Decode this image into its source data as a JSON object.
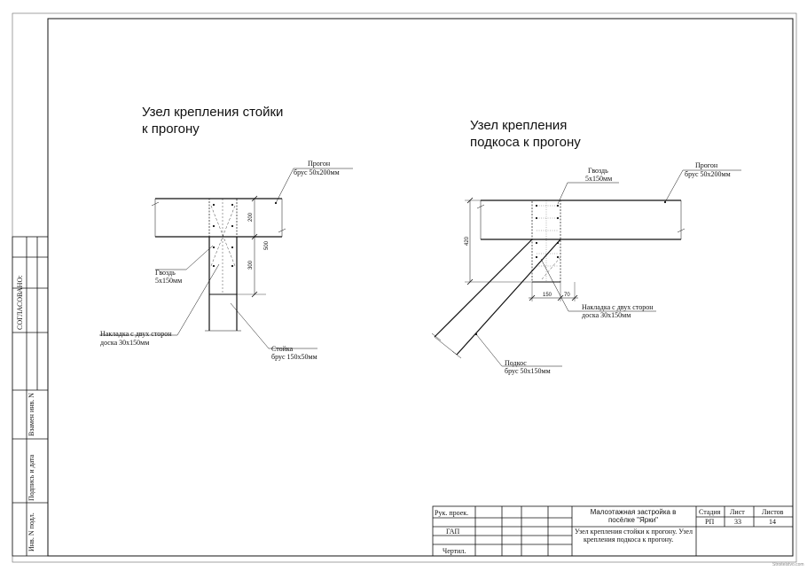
{
  "node1": {
    "title_line1": "Узел крепления стойки",
    "title_line2": "к прогону",
    "progon_label": "Прогон",
    "progon_spec": "брус 50х200мм",
    "nail_label": "Гвоздь",
    "nail_spec": "5х150мм",
    "plate_label": "Накладка с двух сторон",
    "plate_spec": "доска 30х150мм",
    "post_label": "Стойка",
    "post_spec": "брус 150х50мм",
    "dim_200": "200",
    "dim_500": "500",
    "dim_300": "300"
  },
  "node2": {
    "title_line1": "Узел крепления",
    "title_line2": "подкоса к прогону",
    "nail_label": "Гвоздь",
    "nail_spec": "5х150мм",
    "progon_label": "Прогон",
    "progon_spec": "брус 50х200мм",
    "plate_label": "Накладка с двух сторон",
    "plate_spec": "доска 30х150мм",
    "brace_label": "Подкос",
    "brace_spec": "брус 50х150мм",
    "dim_420": "420",
    "dim_150": "150",
    "dim_70": "70"
  },
  "side_stamp": {
    "agreed": "СОГЛАСОВАНО:",
    "replace_inv": "Взамен инв. N",
    "sign_date": "Подпись и дата",
    "inv_orig": "Инв. N подл."
  },
  "title_block": {
    "rows": [
      "Рук. проек.",
      "ГАП",
      "Чертил."
    ],
    "project_line1": "Малоэтажная застройка в",
    "project_line2": "посёлке \"Ярки\"",
    "sheet_title_line1": "Узел крепления стойки к прогону. Узел",
    "sheet_title_line2": "крепления подкоса к прогону.",
    "stage_label": "Стадия",
    "sheet_label": "Лист",
    "sheets_label": "Листов",
    "stage_value": "РП",
    "sheet_value": "33",
    "sheets_value": "14"
  },
  "watermark": "Stroitelstvo.com"
}
